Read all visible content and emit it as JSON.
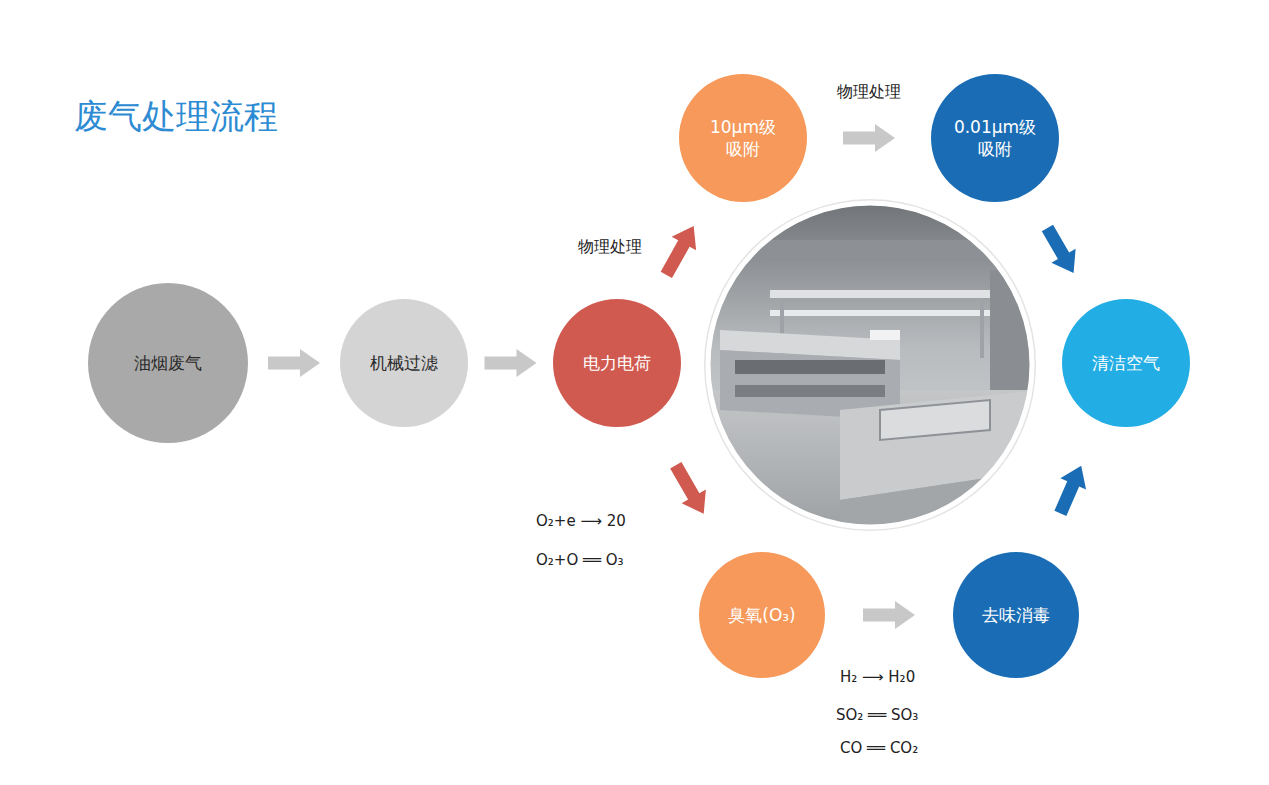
{
  "diagram": {
    "title": "废气处理流程",
    "nodes": [
      {
        "text": [
          "油烟废气"
        ]
      },
      {
        "text": [
          "机械过滤"
        ]
      },
      {
        "text": [
          "电力电荷"
        ]
      },
      {
        "text": [
          "10μm级 吸附"
        ]
      },
      {
        "text": [
          "0.01μm级 吸附"
        ]
      },
      {
        "text": [
          "臭氧(O₃)"
        ]
      },
      {
        "text": [
          "去味消毒"
        ]
      },
      {
        "text": [
          "清洁空气"
        ]
      }
    ],
    "edges": [
      {
        "from": 0,
        "to": 1,
        "arrow": "to"
      },
      {
        "from": 1,
        "to": 2,
        "arrow": "to"
      },
      {
        "from": 2,
        "to": 3,
        "arrow": "to",
        "label": "物理处理"
      },
      {
        "from": 3,
        "to": 4,
        "arrow": "to",
        "label": "物理处理"
      },
      {
        "from": 4,
        "to": 7,
        "arrow": "to"
      },
      {
        "from": 2,
        "to": 5,
        "arrow": "to"
      },
      {
        "from": 5,
        "to": 6,
        "arrow": "to"
      },
      {
        "from": 6,
        "to": 7,
        "arrow": "to"
      }
    ],
    "labels": [
      "O₂+e ⟶ 20",
      "O₂+O ══ O₃",
      "H₂ ⟶ H₂0",
      "SO₂ ══ SO₃",
      "CO ══ CO₂"
    ]
  }
}
